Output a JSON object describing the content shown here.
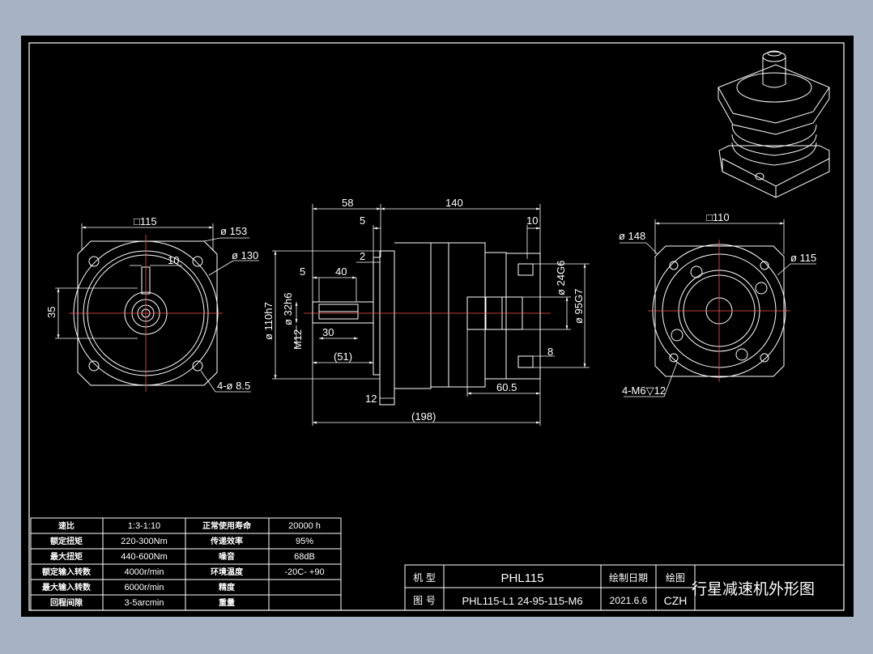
{
  "colors": {
    "background": "#a7b3c4",
    "paper": "#000000",
    "line": "#ffffff",
    "center_line": "#ff5050",
    "text": "#ffffff"
  },
  "views": {
    "left": {
      "square": "□115",
      "d153": "ø 153",
      "d130": "ø 130",
      "key10": "10",
      "h35": "35",
      "holes": "4-ø 8.5"
    },
    "side": {
      "d58": "58",
      "d140": "140",
      "d5": "5",
      "d10": "10",
      "d2": "2",
      "d5b": "5",
      "d40": "40",
      "d30": "30",
      "d51": "(51)",
      "d110h7": "ø 110h7",
      "d32h6": "ø 32h6",
      "m12": "M12",
      "d24g6": "ø 24G6",
      "d95g7": "ø 95G7",
      "d8": "8",
      "d60_5": "60.5",
      "d12": "12",
      "d198": "(198)"
    },
    "right": {
      "square": "□110",
      "d148": "ø 148",
      "d115": "ø 115",
      "holes": "4-M6▽12"
    }
  },
  "spec_table": {
    "rows": [
      [
        "速比",
        "1:3-1:10",
        "正常使用寿命",
        "20000  h"
      ],
      [
        "额定扭矩",
        "220-300Nm",
        "传递效率",
        "95%"
      ],
      [
        "最大扭矩",
        "440-600Nm",
        "噪音",
        "68dB"
      ],
      [
        "额定输入转数",
        "4000r/min",
        "环境温度",
        "-20C-  +90"
      ],
      [
        "最大输入转数",
        "6000r/min",
        "精度",
        ""
      ],
      [
        "回程间隙",
        "3-5arcmin",
        "重量",
        ""
      ]
    ]
  },
  "title_block": {
    "model_label": "机  型",
    "model_value": "PHL115",
    "drawing_no_label": "图  号",
    "drawing_no_value": "PHL115-L1  24-95-115-M6",
    "date_label": "绘制日期",
    "date_value": "2021.6.6",
    "drawer_label": "绘图",
    "drawer_value": "CZH",
    "title": "行星减速机外形图"
  }
}
